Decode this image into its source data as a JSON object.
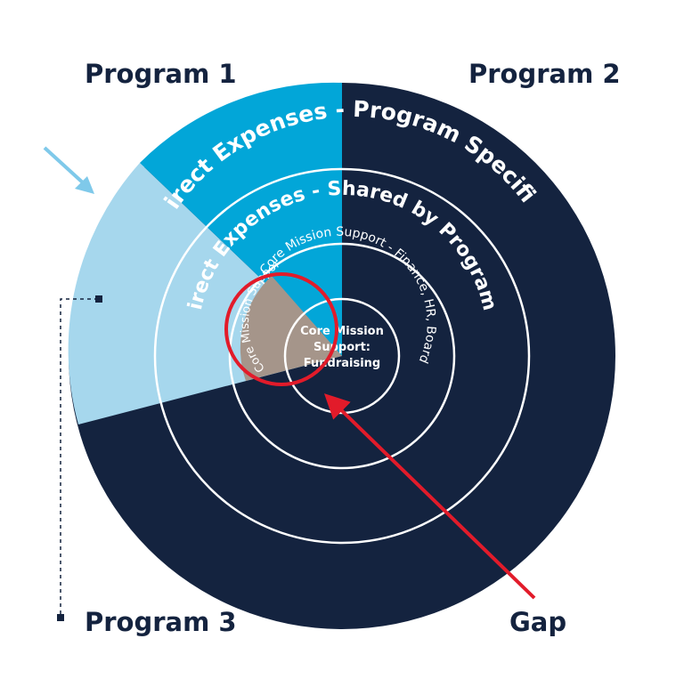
{
  "labels": {
    "program_1": "Program 1",
    "program_2": "Program 2",
    "program_3": "Program 3",
    "gap": "Gap"
  },
  "rings": {
    "program_specific": "Direct Expenses - Program Specific",
    "shared_by_programs": "Direct Expenses - Shared by Programs",
    "core_support_admin": "Core Mission Support - Finance, HR, Board",
    "core_support_label": "Core Mission Support",
    "fundraising_line1": "Core Mission",
    "fundraising_line2": "Support:",
    "fundraising_line3": "Fundraising"
  },
  "colors": {
    "navy": "#14233f",
    "cyan": "#02a6d8",
    "light_blue": "#a6d7ed",
    "taupe": "#a5958a",
    "red": "#e21b2a",
    "arrow_blue": "#7fc9ea",
    "white": "#ffffff"
  },
  "icons": {
    "pointer_arrow": "arrow-down-right-icon",
    "gap_arrow": "arrow-up-left-icon"
  }
}
